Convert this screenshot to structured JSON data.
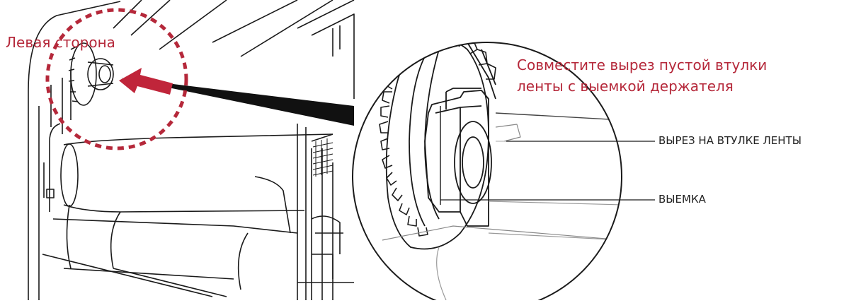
{
  "labels": {
    "left_side": "Левая сторона",
    "instruction_line1": "Совместите вырез пустой втулки",
    "instruction_line2": "ленты с выемкой держателя",
    "core_notch": "ВЫРЕЗ НА ВТУЛКЕ ЛЕНТЫ",
    "holder_notch": "ВЫЕМКА"
  },
  "colors": {
    "accent": "#b5283a",
    "line": "#1a1a1a",
    "arrow": "#c0253a"
  },
  "icons": {
    "direction_arrow": "arrow-left-icon",
    "highlight_circle": "dashed-circle-icon"
  }
}
